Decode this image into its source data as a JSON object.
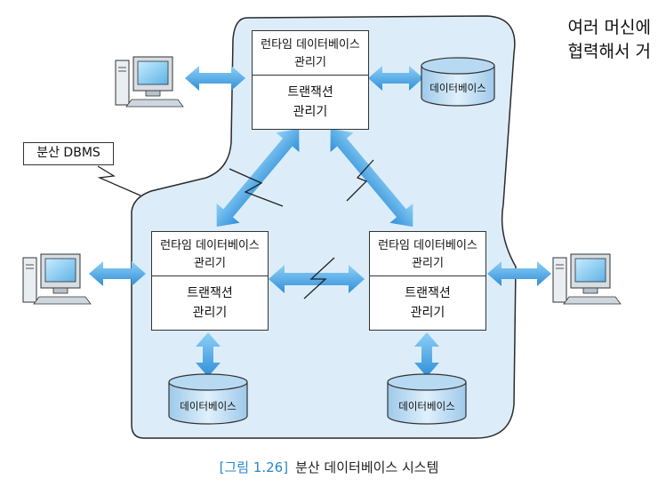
{
  "side_note": {
    "line1": "여러 머신에",
    "line2": "협력해서 거"
  },
  "system_label": "분산 DBMS",
  "nodes": {
    "top": {
      "runtime_line1": "런타임 데이터베이스",
      "runtime_line2": "관리기",
      "tx_line1": "트랜잭션",
      "tx_line2": "관리기"
    },
    "left": {
      "runtime_line1": "런타임 데이터베이스",
      "runtime_line2": "관리기",
      "tx_line1": "트랜잭션",
      "tx_line2": "관리기"
    },
    "right": {
      "runtime_line1": "런타임 데이터베이스",
      "runtime_line2": "관리기",
      "tx_line1": "트랜잭션",
      "tx_line2": "관리기"
    }
  },
  "databases": {
    "top": "데이터베이스",
    "left": "데이터베이스",
    "right": "데이터베이스"
  },
  "caption": {
    "number": "[그림 1.26]",
    "title": "분산 데이터베이스 시스템"
  },
  "colors": {
    "region_fill": "#dcedf9",
    "arrow": "#4aa8e8",
    "arrow_dark": "#2c8fd6",
    "caption_num": "#2a86c9"
  }
}
